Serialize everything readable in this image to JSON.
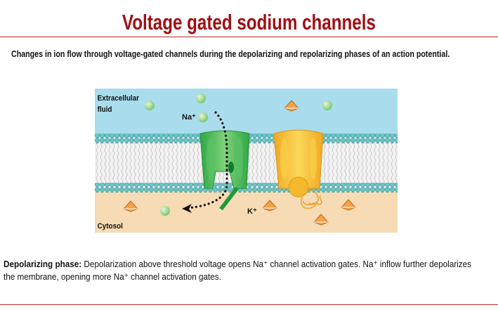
{
  "title": "Voltage gated sodium channels",
  "subtitle": "Changes in ion flow through voltage-gated channels during the depolarizing and repolarizing phases of an action potential.",
  "diagram": {
    "label_extracellular_1": "Extracellular",
    "label_extracellular_2": "fluid",
    "label_cytosol": "Cytosol",
    "label_na": "Na⁺",
    "label_k": "K⁺"
  },
  "caption": {
    "heading": "Depolarizing phase:",
    "text": " Depolarization above threshold voltage opens Na⁺ channel activation gates. Na⁺ inflow further depolarizes the membrane, opening more Na⁺ channel activation gates."
  },
  "colors": {
    "title": "#a00f14",
    "rule": "#b22a2a",
    "extracellular": "#a9dcec",
    "cytosol": "#f7dbb4",
    "na_channel": "#3fb94f",
    "k_channel": "#f5b830"
  }
}
